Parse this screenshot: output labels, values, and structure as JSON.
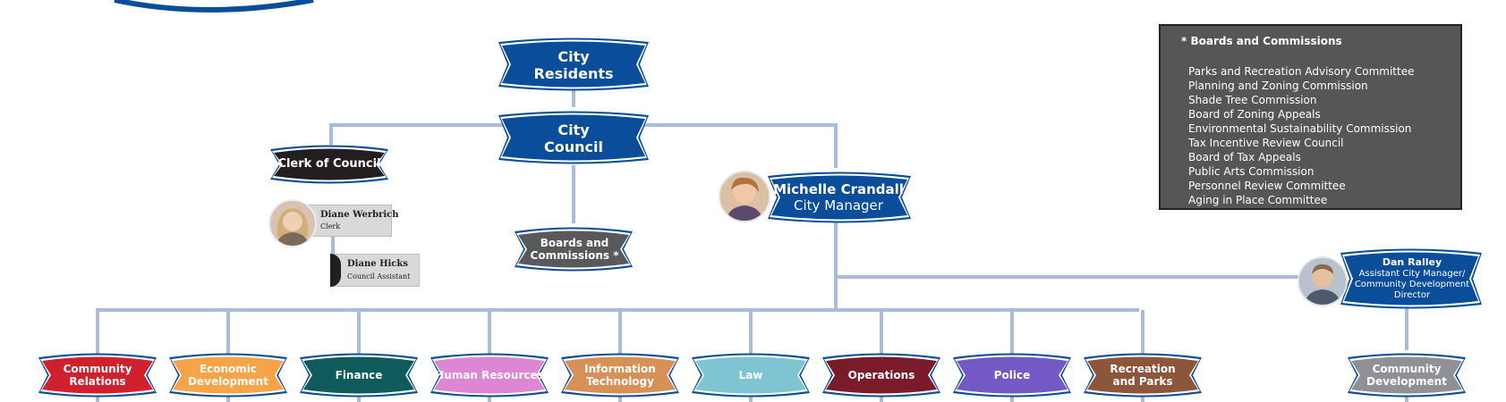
{
  "top_nodes": {
    "city_residents": [
      "City",
      "Residents"
    ],
    "city_council": [
      "City",
      "Council"
    ],
    "clerk_of_council": [
      "Clerk of Council"
    ],
    "boards_and_commissions": [
      "Boards and",
      "Commissions *"
    ]
  },
  "city_manager": {
    "name": "Michelle Crandall",
    "title": "City Manager"
  },
  "assistant_city_manager": {
    "name": "Dan Ralley",
    "title_lines": [
      "Assistant City Manager/",
      "Community Development",
      "Director"
    ]
  },
  "clerk_staff": [
    {
      "name": "Diane Werbrich",
      "role": "Clerk"
    },
    {
      "name": "Diane Hicks",
      "role": "Council Assistant"
    }
  ],
  "departments": [
    {
      "lines": [
        "Community",
        "Relations"
      ],
      "color": "#d0202e"
    },
    {
      "lines": [
        "Economic",
        "Development"
      ],
      "color": "#f7a348"
    },
    {
      "lines": [
        "Finance"
      ],
      "color": "#0f5b5c"
    },
    {
      "lines": [
        "Human Resources"
      ],
      "color": "#dd86d4"
    },
    {
      "lines": [
        "Information",
        "Technology"
      ],
      "color": "#d79157"
    },
    {
      "lines": [
        "Law"
      ],
      "color": "#7fc4d3"
    },
    {
      "lines": [
        "Operations"
      ],
      "color": "#7a1b2b"
    },
    {
      "lines": [
        "Police"
      ],
      "color": "#7259c4"
    },
    {
      "lines": [
        "Recreation",
        "and Parks"
      ],
      "color": "#8d563b"
    },
    {
      "lines": [
        "Community",
        "Development"
      ],
      "color": "#8f9196"
    }
  ],
  "legend": {
    "title": "* Boards and Commissions",
    "items": [
      "Parks and Recreation Advisory Committee",
      "Planning and Zoning Commission",
      "Shade Tree Commission",
      "Board of Zoning Appeals",
      "Environmental Sustainability Commission",
      "Tax Incentive Review Council",
      "Board of Tax Appeals",
      "Public Arts Commission",
      "Personnel Review Committee",
      "Aging in Place Committee"
    ]
  },
  "colors": {
    "primary_blue": "#0a4d9b",
    "connector": "#a9bcd9",
    "clerk_dark": "#231f20",
    "boards_gray": "#58595b",
    "legend_bg": "#555657"
  }
}
